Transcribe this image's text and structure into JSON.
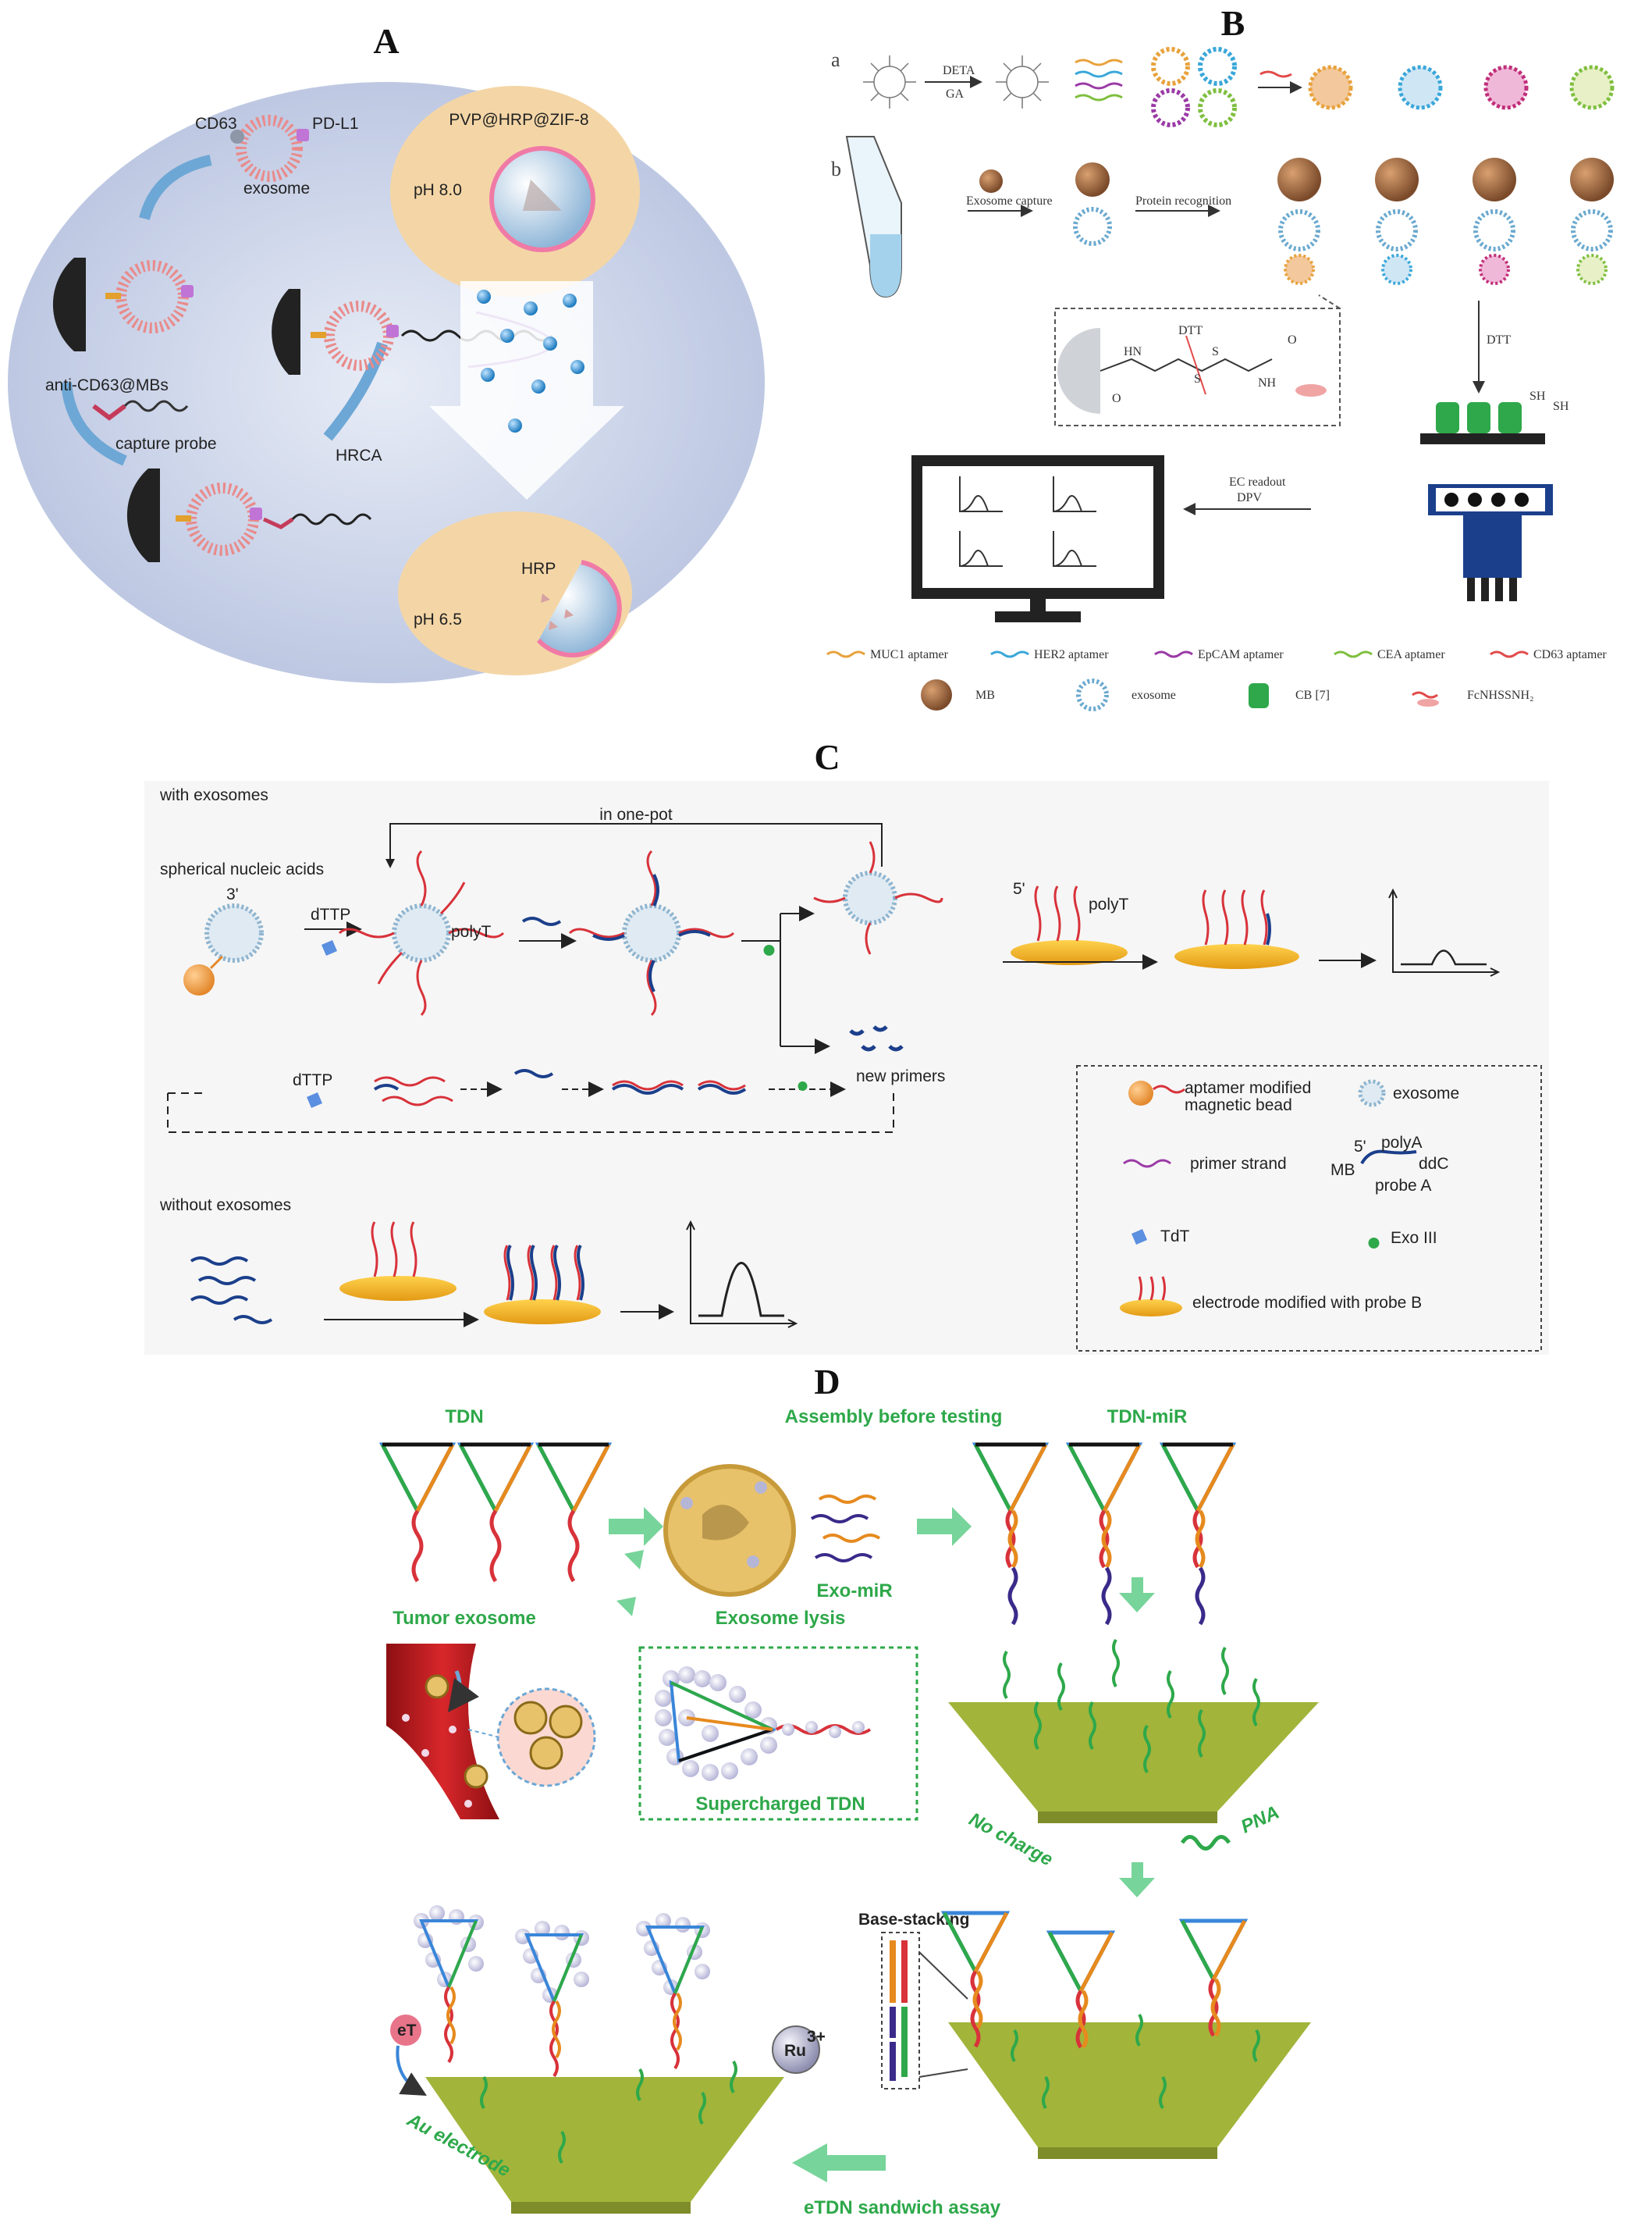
{
  "panels": {
    "A": {
      "title": "A",
      "labels": {
        "cd63": "CD63",
        "pdl1": "PD-L1",
        "exosome": "exosome",
        "mbs": "anti-CD63@MBs",
        "capture_probe": "capture probe",
        "hrca": "HRCA",
        "zif": "PVP@HRP@ZIF-8",
        "ph80": "pH 8.0",
        "hrp": "HRP",
        "ph65": "pH 6.5"
      }
    },
    "B": {
      "title": "B",
      "labels": {
        "a": "a",
        "b": "b",
        "deta": "DETA",
        "ga": "GA",
        "exosome_capture": "Exosome capture",
        "protein_recognition": "Protein recognition",
        "dtt_box": "DTT",
        "dtt_arrow": "DTT",
        "hn": "HN",
        "nh": "NH",
        "o1": "O",
        "o2": "O",
        "s1": "S",
        "s2": "S",
        "sh1": "SH",
        "sh2": "SH",
        "ec_readout": "EC readout",
        "dpv": "DPV"
      },
      "legend": {
        "muc1": "MUC1 aptamer",
        "her2": "HER2 aptamer",
        "epcam": "EpCAM aptamer",
        "cea": "CEA aptamer",
        "cd63": "CD63 aptamer",
        "mb": "MB",
        "exosome": "exosome",
        "cb7": "CB [7]",
        "fc": "FcNHSSNH₂"
      },
      "colors": {
        "muc1": "#e8a23c",
        "her2": "#3aa7d9",
        "epcam": "#9b3aa6",
        "cea": "#7fbf3f",
        "cd63": "#e24a4a"
      }
    },
    "C": {
      "title": "C",
      "labels": {
        "with_exosomes": "with exosomes",
        "in_one_pot": "in one-pot",
        "spherical_nucleic_acids": "spherical nucleic acids",
        "three_prime": "3'",
        "five_prime": "5'",
        "dttp1": "dTTP",
        "dttp2": "dTTP",
        "polyt1": "polyT",
        "polyt2": "polyT",
        "new_primers": "new primers",
        "without_exosomes": "without exosomes"
      },
      "legend": {
        "aptamer_bead": "aptamer modified magnetic bead",
        "aptamer_bead_l1": "aptamer modified",
        "aptamer_bead_l2": "magnetic bead",
        "exosome": "exosome",
        "primer": "primer strand",
        "probe_a": "probe A",
        "polya": "polyA",
        "ddc": "ddC",
        "mb": "MB",
        "five": "5'",
        "tdt": "TdT",
        "exo3": "Exo III",
        "electrode": "electrode modified with probe B"
      }
    },
    "D": {
      "title": "D",
      "labels": {
        "tdn": "TDN",
        "assembly": "Assembly before testing",
        "tdn_mir": "TDN-miR",
        "exo_mir": "Exo-miR",
        "tumor_exosome": "Tumor exosome",
        "exosome_lysis": "Exosome lysis",
        "supercharged": "Supercharged TDN",
        "no_charge": "No charge",
        "pna": "PNA",
        "base_stacking": "Base-stacking",
        "ru": "Ru",
        "ru_sup": "3+",
        "et": "eT",
        "au_electrode": "Au electrode",
        "etdn": "eTDN sandwich assay"
      }
    }
  }
}
